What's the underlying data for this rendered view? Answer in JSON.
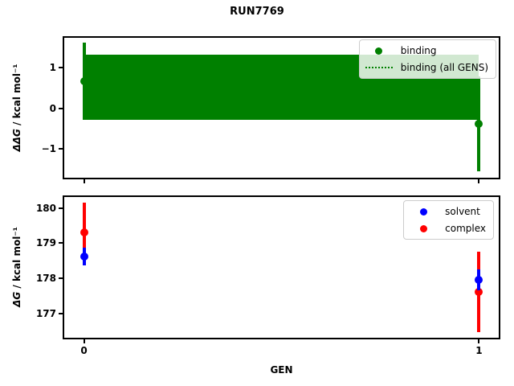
{
  "title": "RUN7769",
  "xlabel": "GEN",
  "colors": {
    "binding": "#008000",
    "solvent": "#0000ff",
    "complex": "#ff0000"
  },
  "chart_data": [
    {
      "type": "scatter",
      "name": "ddG-binding-vs-GEN",
      "ylabel": {
        "math": "ΔΔG",
        "units": " / kcal mol⁻¹"
      },
      "xlim": [
        -0.05,
        1.05
      ],
      "ylim": [
        -1.712,
        1.733
      ],
      "yticks": [
        {
          "value": 1,
          "label": "1"
        },
        {
          "value": 0,
          "label": "0"
        },
        {
          "value": -1,
          "label": "−1"
        }
      ],
      "xticks": [
        {
          "value": 0,
          "label": "0"
        },
        {
          "value": 1,
          "label": "1"
        }
      ],
      "show_xtick_labels": false,
      "band": {
        "label": "binding (all GENS)",
        "x0": 0,
        "x1": 1,
        "low": -0.29,
        "high": 1.31,
        "center": 0.51,
        "color": "#008000",
        "line_style": "dotted"
      },
      "series": [
        {
          "name": "binding",
          "color": "#008000",
          "x": [
            0,
            1
          ],
          "y": [
            0.67,
            -0.38
          ],
          "yerr": [
            0.95,
            1.17
          ]
        }
      ],
      "legend": [
        {
          "label": "binding",
          "glyph": "dot",
          "color": "#008000"
        },
        {
          "label": "binding (all GENS)",
          "glyph": "dotted-line",
          "color": "#008000"
        }
      ]
    },
    {
      "type": "scatter",
      "name": "dG-vs-GEN",
      "ylabel": {
        "math": "ΔG",
        "units": " / kcal mol⁻¹"
      },
      "xlim": [
        -0.05,
        1.05
      ],
      "ylim": [
        176.3,
        180.32
      ],
      "yticks": [
        {
          "value": 180,
          "label": "180"
        },
        {
          "value": 179,
          "label": "179"
        },
        {
          "value": 178,
          "label": "178"
        },
        {
          "value": 177,
          "label": "177"
        }
      ],
      "xticks": [
        {
          "value": 0,
          "label": "0"
        },
        {
          "value": 1,
          "label": "1"
        }
      ],
      "show_xtick_labels": true,
      "series": [
        {
          "name": "complex",
          "color": "#ff0000",
          "x": [
            0,
            1
          ],
          "y": [
            179.3,
            177.6
          ],
          "yerr": [
            0.86,
            1.15
          ]
        },
        {
          "name": "solvent",
          "color": "#0000ff",
          "x": [
            0,
            1
          ],
          "y": [
            178.62,
            177.95
          ],
          "yerr": [
            0.25,
            0.3
          ]
        }
      ],
      "legend": [
        {
          "label": "solvent",
          "glyph": "dot",
          "color": "#0000ff"
        },
        {
          "label": "complex",
          "glyph": "dot",
          "color": "#ff0000"
        }
      ]
    }
  ]
}
